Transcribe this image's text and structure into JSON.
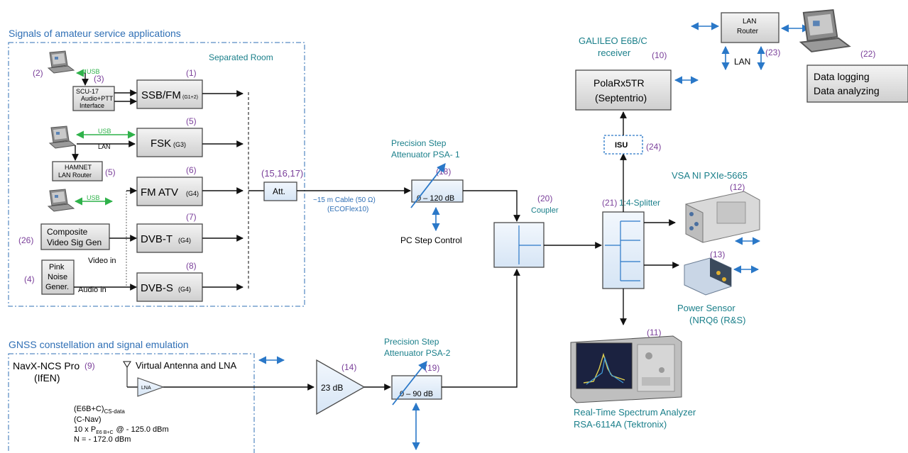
{
  "sections": {
    "amateur_title": "Signals of amateur service applications",
    "separated_room": "Separated Room",
    "gnss_title": "GNSS constellation and signal emulation"
  },
  "amateur": {
    "ssbfm": "SSB/FM",
    "ssbfm_sub": "(G1+2)",
    "ssbfm_num": "(1)",
    "num2": "(2)",
    "num3": "(3)",
    "scu_l1": "SCU-17",
    "scu_l2": "Audio+PTT",
    "scu_l3": "Interface",
    "usb": "USB",
    "lan": "LAN",
    "fsk": "FSK",
    "fsk_sub": "(G3)",
    "fsk_num": "(5)",
    "hamnet_l1": "HAMNET",
    "hamnet_l2": "LAN Router",
    "hamnet_num": "(5)",
    "fmatv": "FM ATV",
    "fmatv_sub": "(G4)",
    "fmatv_num": "(6)",
    "composite_l1": "Composite",
    "composite_l2": "Video Sig Gen",
    "composite_num": "(26)",
    "video_in": "Video in",
    "dvbt": "DVB-T",
    "dvbt_sub": "(G4)",
    "dvbt_num": "(7)",
    "pink_l1": "Pink",
    "pink_l2": "Noise",
    "pink_l3": "Gener.",
    "pink_num": "(4)",
    "audio_in": "Audio in",
    "dvbs": "DVB-S",
    "dvbs_sub": "(G4)",
    "dvbs_num": "(8)",
    "att": "Att.",
    "att_num": "(15,16,17)",
    "cable": "~15 m Cable (50 Ω)",
    "cable_sub": "(ECOFlex10)"
  },
  "psa1": {
    "l1": "Precision Step",
    "l2": "Attenuator PSA- 1",
    "num": "(18)",
    "range": "0 – 120 dB",
    "control": "PC Step Control"
  },
  "coupler": {
    "num": "(20)",
    "label": "Coupler"
  },
  "galileo": {
    "l1": "GALILEO E6B/C",
    "l2": "receiver",
    "num": "(10)",
    "box_l1": "PolaRx5TR",
    "box_l2": "(Septentrio)"
  },
  "isu": {
    "label": "ISU",
    "num": "(24)"
  },
  "lan_router": {
    "l1": "LAN",
    "l2": "Router",
    "lan": "LAN",
    "num": "(23)"
  },
  "logging": {
    "num": "(22)",
    "l1": "Data logging",
    "l2": "Data analyzing"
  },
  "vsa": {
    "label": "VSA NI PXIe-5665",
    "num": "(12)"
  },
  "splitter": {
    "num": "(21)",
    "label": "1:4-Splitter"
  },
  "power_sensor": {
    "num": "(13)",
    "l1": "Power Sensor",
    "l2": "(NRQ6 (R&S)"
  },
  "rtsa": {
    "num": "(11)",
    "l1": "Real-Time Spectrum Analyzer",
    "l2": "RSA-6114A (Tektronix)"
  },
  "gnss": {
    "navx": "NavX-NCS Pro",
    "navx_num": "(9)",
    "ifen": "(IfEN)",
    "antenna": "Virtual Antenna and LNA",
    "lna": "LNA",
    "sig1": "(E6B+C)",
    "sig1_sub": "CS-data",
    "sig2": "(C-Nav)",
    "sig3a": "10 x P",
    "sig3_sub": "E6 B+C",
    "sig3b": "@ - 125.0 dBm",
    "sig4": "N = - 172.0 dBm",
    "amp": "23 dB",
    "amp_num": "(14)"
  },
  "psa2": {
    "l1": "Precision Step",
    "l2": "Attenuator PSA-2",
    "num": "(19)",
    "range": "0 – 90 dB"
  }
}
